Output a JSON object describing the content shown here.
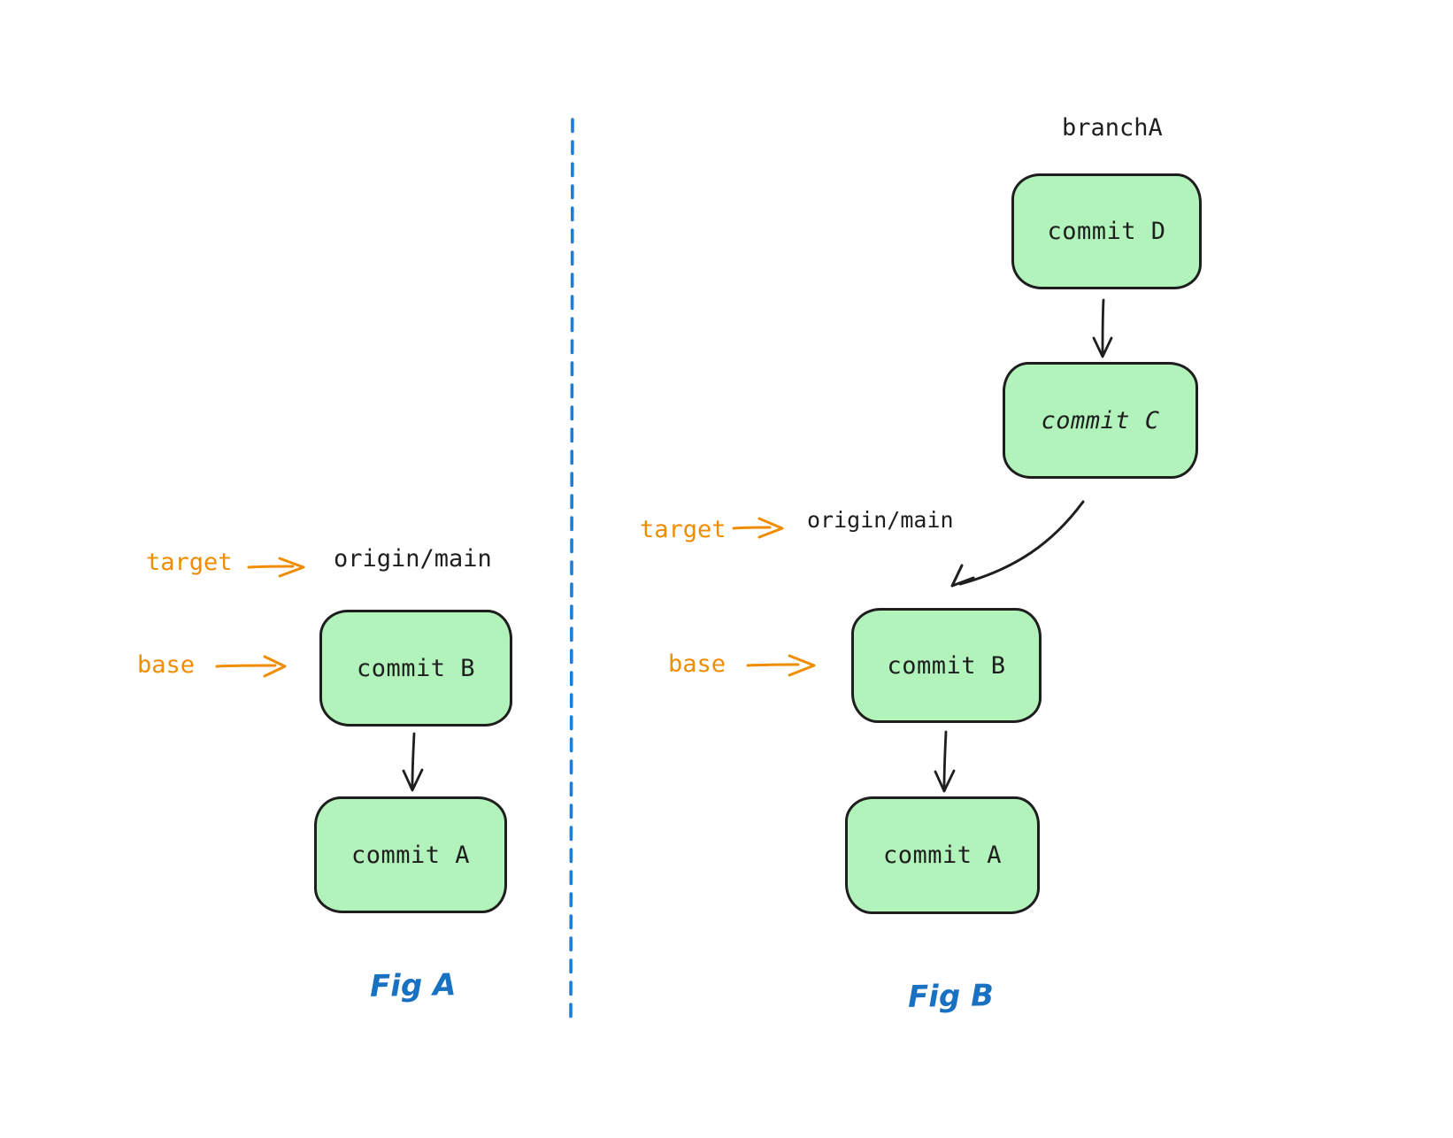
{
  "fig_a": {
    "caption": "Fig A",
    "target_label": "target",
    "target_ref": "origin/main",
    "base_label": "base",
    "commit_b": "commit B",
    "commit_a": "commit A"
  },
  "fig_b": {
    "caption": "Fig B",
    "branch_label": "branchA",
    "target_label": "target",
    "target_ref": "origin/main",
    "base_label": "base",
    "commit_d": "commit D",
    "commit_c": "commit C",
    "commit_b": "commit B",
    "commit_a": "commit A"
  },
  "colors": {
    "commit_fill": "#b2f2bb",
    "outline": "#1e1e1e",
    "label_orange": "#f08c00",
    "caption_blue": "#1971c2",
    "divider_blue": "#1c7ed6"
  }
}
